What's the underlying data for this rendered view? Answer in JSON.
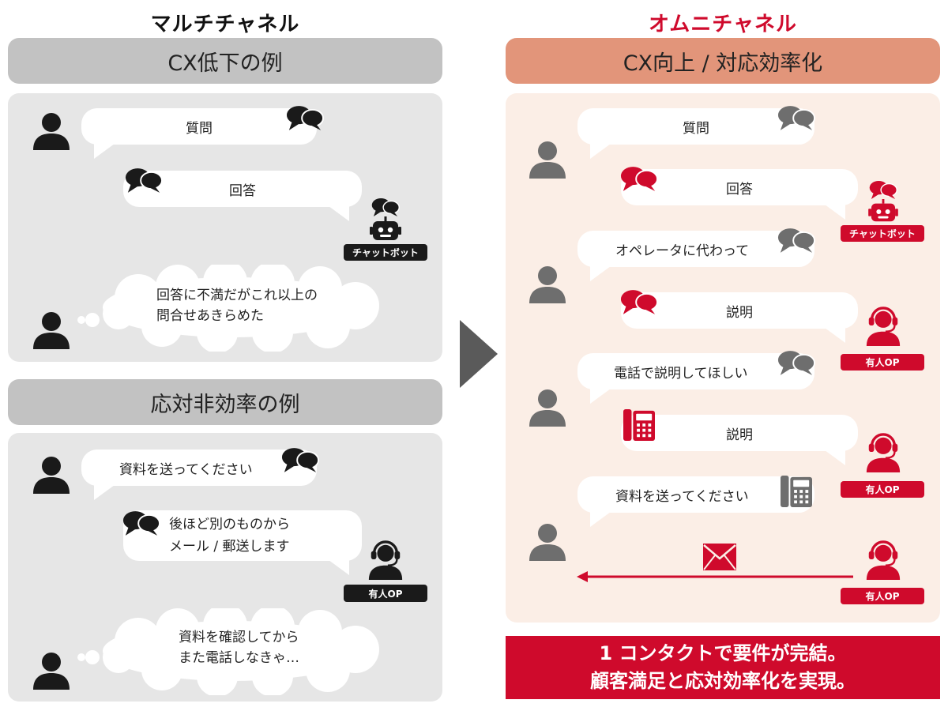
{
  "left": {
    "heading": "マルチチャネル",
    "section1": {
      "banner": "CX低下の例",
      "q1": "質問",
      "a1": "回答",
      "bot_tag": "チャットボット",
      "thought_line1": "回答に不満だがこれ以上の",
      "thought_line2": "問合せあきらめた"
    },
    "section2": {
      "banner": "応対非効率の例",
      "q1": "資料を送ってください",
      "a1_line1": "後ほど別のものから",
      "a1_line2": "メール / 郵送します",
      "op_tag": "有人OP",
      "thought_line1": "資料を確認してから",
      "thought_line2": "また電話しなきゃ…"
    }
  },
  "right": {
    "heading": "オムニチャネル",
    "banner": "CX向上 / 対応効率化",
    "messages": [
      "質問",
      "回答",
      "オペレータに代わって",
      "説明",
      "電話で説明してほしい",
      "説明",
      "資料を送ってください"
    ],
    "bot_tag": "チャットボット",
    "op_tag": "有人OP",
    "footer_line1": "1 コンタクトで要件が完結。",
    "footer_line2": "顧客満足と応対効率化を実現。"
  },
  "colors": {
    "red": "#cf0a2c",
    "banner_gray": "#c2c2c2",
    "panel_gray": "#e6e6e6",
    "banner_orange": "#e2957a",
    "panel_peach": "#fbeee6",
    "icon_dark": "#1a1a1a",
    "icon_gray": "#6e6e6e"
  }
}
